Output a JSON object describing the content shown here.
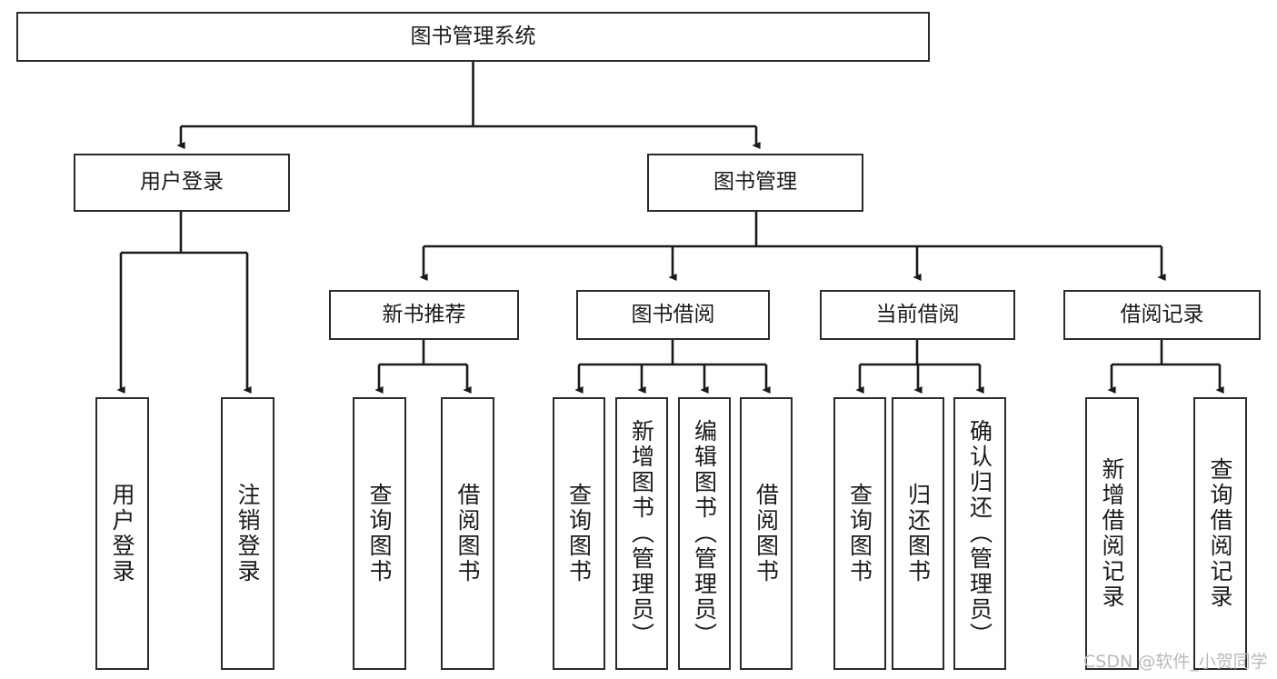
{
  "diagram": {
    "title": "图书管理系统",
    "type": "hierarchy-tree",
    "orientation": "top-down",
    "colors": {
      "box_border": "#2b2b2b",
      "box_fill": "#ffffff",
      "connector": "#1a1a1a",
      "text": "#1a1a1a",
      "watermark": "#b9b9b9",
      "background": "#ffffff"
    },
    "levels": [
      {
        "level": 1,
        "nodes": [
          {
            "id": "root",
            "label": "图书管理系统"
          }
        ]
      },
      {
        "level": 2,
        "nodes": [
          {
            "id": "user-login",
            "label": "用户登录",
            "parent": "root"
          },
          {
            "id": "book-manage",
            "label": "图书管理",
            "parent": "root"
          }
        ]
      },
      {
        "level": 3,
        "nodes": [
          {
            "id": "new-book-rec",
            "label": "新书推荐",
            "parent": "book-manage"
          },
          {
            "id": "book-borrow",
            "label": "图书借阅",
            "parent": "book-manage"
          },
          {
            "id": "current-borrow",
            "label": "当前借阅",
            "parent": "book-manage"
          },
          {
            "id": "borrow-record",
            "label": "借阅记录",
            "parent": "book-manage"
          }
        ]
      },
      {
        "level": 4,
        "nodes": [
          {
            "id": "leaf-user-login",
            "label": "用户登录",
            "parent": "user-login"
          },
          {
            "id": "leaf-logout",
            "label": "注销登录",
            "parent": "user-login"
          },
          {
            "id": "leaf-query-book-1",
            "label": "查询图书",
            "parent": "new-book-rec"
          },
          {
            "id": "leaf-borrow-book-1",
            "label": "借阅图书",
            "parent": "new-book-rec"
          },
          {
            "id": "leaf-query-book-2",
            "label": "查询图书",
            "parent": "book-borrow"
          },
          {
            "id": "leaf-add-book",
            "label": "新增图书（管理员）",
            "parent": "book-borrow"
          },
          {
            "id": "leaf-edit-book",
            "label": "编辑图书（管理员）",
            "parent": "book-borrow"
          },
          {
            "id": "leaf-borrow-book-2",
            "label": "借阅图书",
            "parent": "book-borrow"
          },
          {
            "id": "leaf-query-book-3",
            "label": "查询图书",
            "parent": "current-borrow"
          },
          {
            "id": "leaf-return-book",
            "label": "归还图书",
            "parent": "current-borrow"
          },
          {
            "id": "leaf-confirm-return",
            "label": "确认归还（管理员）",
            "parent": "current-borrow"
          },
          {
            "id": "leaf-add-record",
            "label": "新增借阅记录",
            "parent": "borrow-record"
          },
          {
            "id": "leaf-query-record",
            "label": "查询借阅记录",
            "parent": "borrow-record"
          }
        ]
      }
    ]
  },
  "watermark": {
    "text": "CSDN @软件_小贺同学"
  }
}
